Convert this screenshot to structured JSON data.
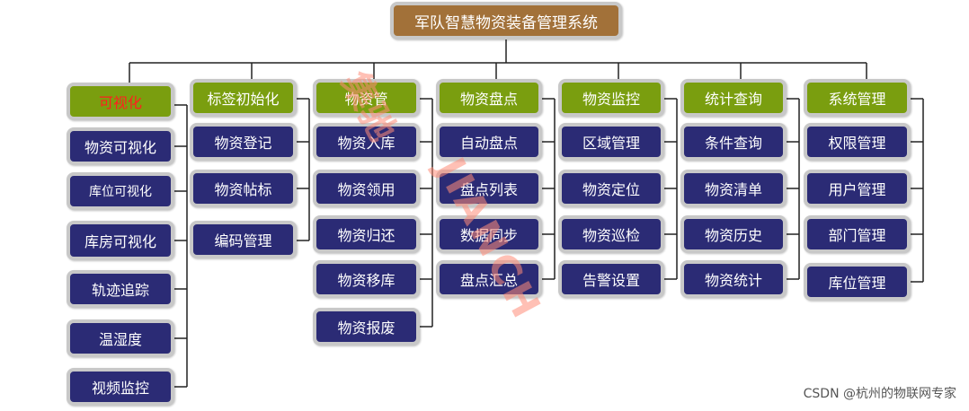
{
  "title": "军队智慧物资装备管理系统",
  "columns": [
    {
      "header": "可视化",
      "items": [
        "物资可视化",
        "库位可视化",
        "库房可视化",
        "轨迹追踪",
        "温湿度",
        "视频监控"
      ]
    },
    {
      "header": "标签初始化",
      "items": [
        "物资登记",
        "物资帖标",
        "编码管理"
      ]
    },
    {
      "header": "物资管",
      "items": [
        "物资入库",
        "物资领用",
        "物资归还",
        "物资移库",
        "物资报废"
      ]
    },
    {
      "header": "物资盘点",
      "items": [
        "自动盘点",
        "盘点列表",
        "数据同步",
        "盘点汇总"
      ]
    },
    {
      "header": "物资监控",
      "items": [
        "区域管理",
        "物资定位",
        "物资巡检",
        "告警设置"
      ]
    },
    {
      "header": "统计查询",
      "items": [
        "条件查询",
        "物资清单",
        "物资历史",
        "物资统计"
      ]
    },
    {
      "header": "系统管理",
      "items": [
        "权限管理",
        "用户管理",
        "部门管理",
        "库位管理"
      ]
    }
  ],
  "watermark": {
    "line1": "集驰",
    "line2": "JIANCH"
  },
  "credit": "CSDN @杭州的物联网专家",
  "colors": {
    "navy": "#2b2b75",
    "green": "#7a9e0f",
    "title": "#a27139",
    "border": "#c8c8c8",
    "header_red": "#ff1f1f"
  }
}
